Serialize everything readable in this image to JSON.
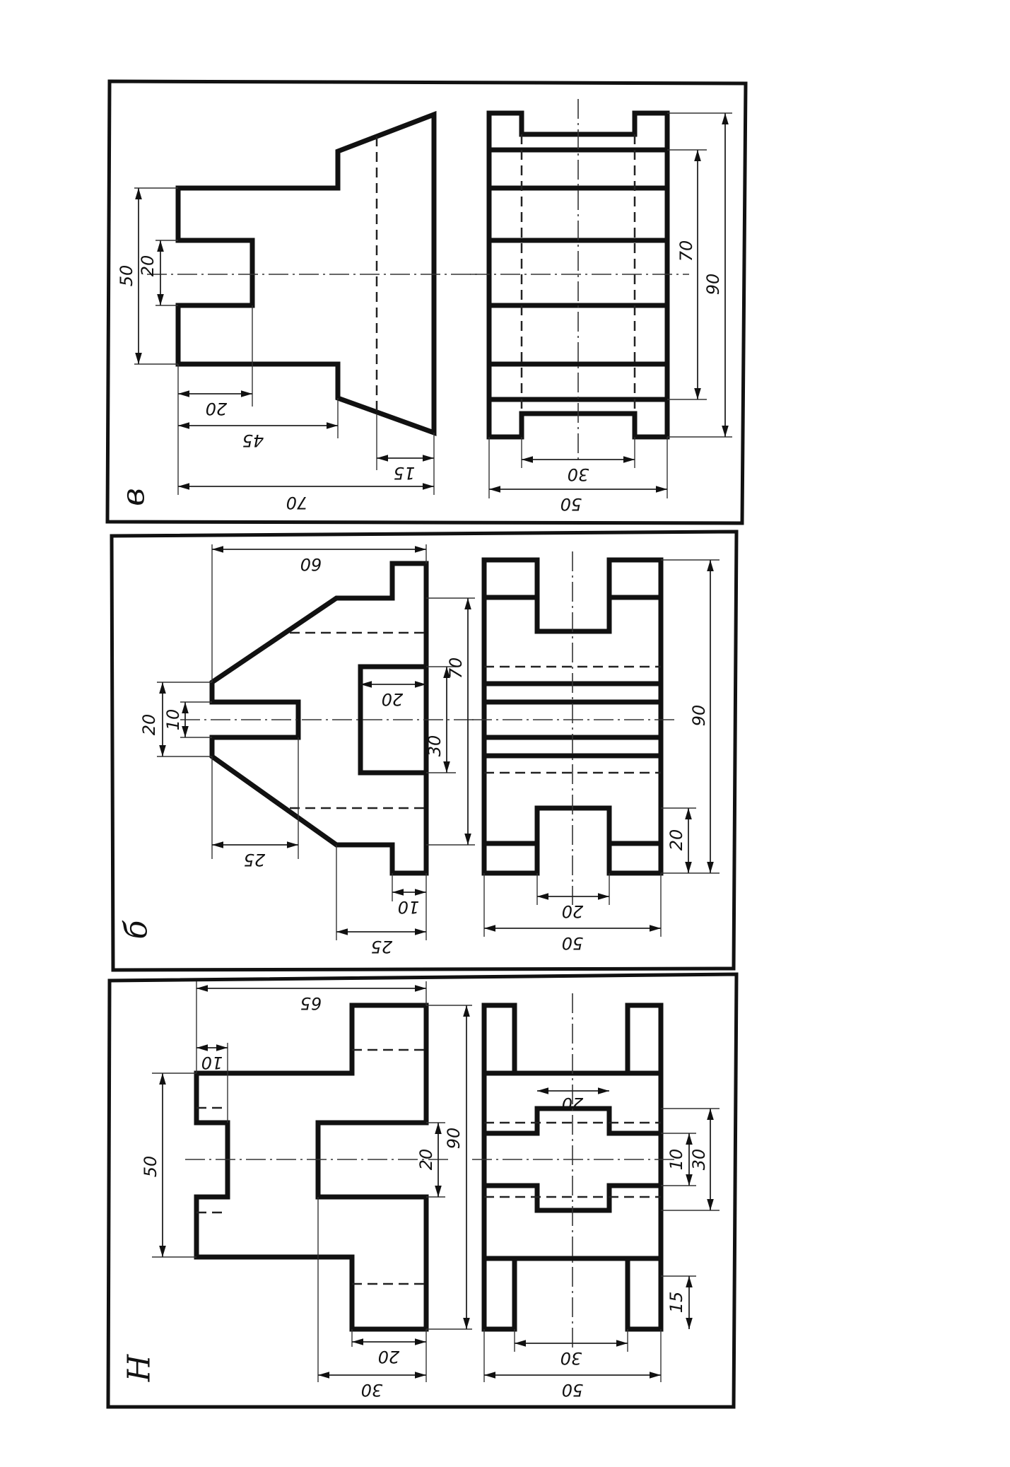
{
  "panels": [
    {
      "id": "v",
      "letter": "в",
      "dims": {
        "d50": "50",
        "d20_slot": "20",
        "d20_bottom": "20",
        "d45": "45",
        "d15": "15",
        "d70": "70",
        "d70_right": "70",
        "d90": "90",
        "d30": "30",
        "d50_bottom": "50"
      }
    },
    {
      "id": "b",
      "letter": "б",
      "dims": {
        "d60": "60",
        "d20_left": "20",
        "d10_left": "10",
        "d20_notch": "20",
        "d30": "30",
        "d70": "70",
        "d25_bottom": "25",
        "d10_bottom": "10",
        "d25_lower": "25",
        "d90": "90",
        "d20_right": "20",
        "d20_bottom": "20",
        "d50_bottom": "50"
      }
    },
    {
      "id": "n",
      "letter": "Н",
      "dims": {
        "d65": "65",
        "d10_top": "10",
        "d50": "50",
        "d20_mid": "20",
        "d90": "90",
        "d20_bottom": "20",
        "d30_bottom": "30",
        "d20_right_top": "20",
        "d10_right": "10",
        "d30_right": "30",
        "d15_right": "15",
        "d30_lower": "30",
        "d50_lower": "50"
      }
    }
  ]
}
